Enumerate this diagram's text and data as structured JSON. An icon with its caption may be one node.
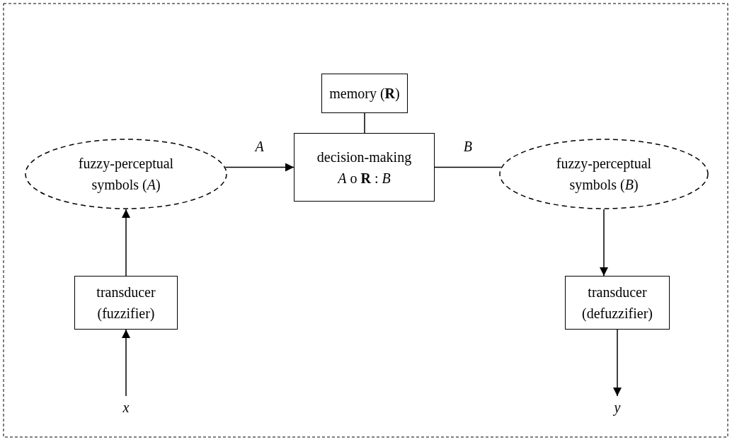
{
  "diagram": {
    "nodes": [
      {
        "text": [
          "memory (**R**)"
        ]
      },
      {
        "text": [
          "fuzzy-perceptual symbols (*A*)"
        ]
      },
      {
        "text": [
          "decision-making",
          "*A* o **R** : *B*"
        ]
      },
      {
        "text": [
          "fuzzy-perceptual symbols (*B*)"
        ]
      },
      {
        "text": [
          "transducer (fuzzifier)"
        ]
      },
      {
        "text": [
          "transducer (defuzzifier)"
        ]
      },
      {
        "text": [
          "x"
        ]
      },
      {
        "text": [
          "y"
        ]
      }
    ],
    "edges": [
      {
        "from": 1,
        "to": 2,
        "arrow": "to",
        "label": "A"
      },
      {
        "from": 2,
        "to": 3,
        "arrow": "none",
        "label": "B"
      },
      {
        "from": 0,
        "to": 2,
        "arrow": "none"
      },
      {
        "from": 4,
        "to": 1,
        "arrow": "to"
      },
      {
        "from": 6,
        "to": 4,
        "arrow": "to"
      },
      {
        "from": 3,
        "to": 5,
        "arrow": "to"
      },
      {
        "from": 5,
        "to": 7,
        "arrow": "to"
      }
    ]
  }
}
